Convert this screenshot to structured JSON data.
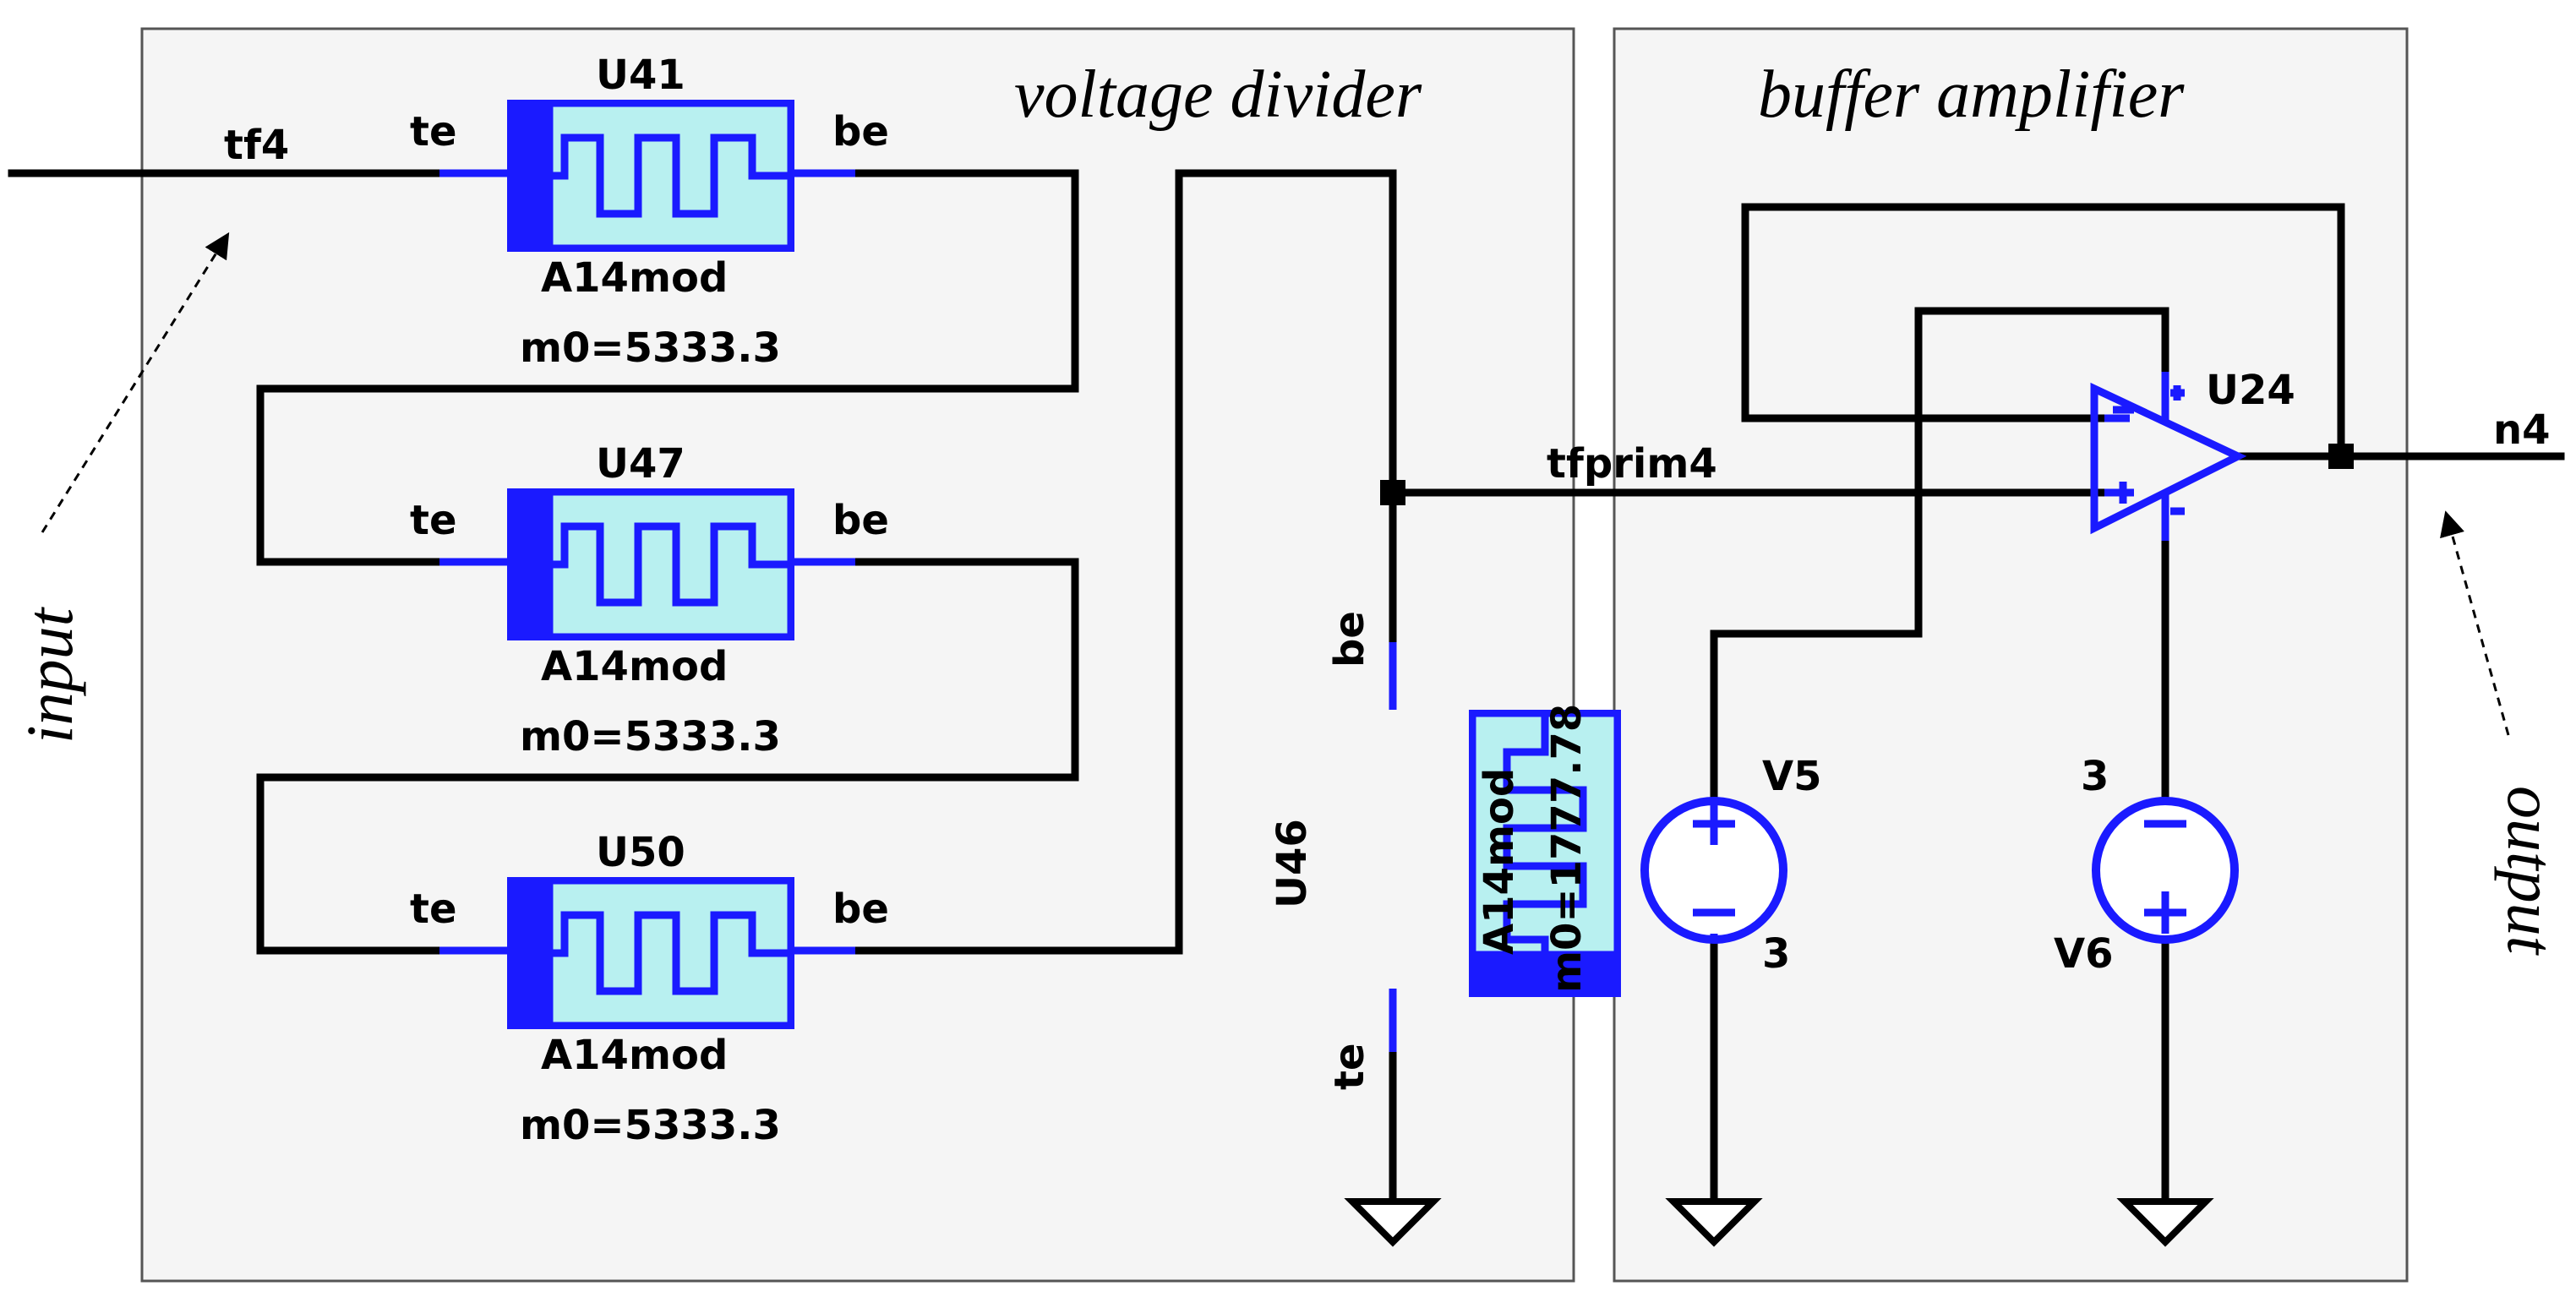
{
  "panels": {
    "divider_title": "voltage divider",
    "buffer_title": "buffer amplifier"
  },
  "annotations": {
    "input": "input",
    "output": "output"
  },
  "nets": {
    "input_net": "tf4",
    "mid_net": "tfprim4",
    "output_net": "n4"
  },
  "elements": {
    "u41": {
      "ref": "U41",
      "model": "A14mod",
      "param": "m0=5333.3",
      "pin_left": "te",
      "pin_right": "be"
    },
    "u47": {
      "ref": "U47",
      "model": "A14mod",
      "param": "m0=5333.3",
      "pin_left": "te",
      "pin_right": "be"
    },
    "u50": {
      "ref": "U50",
      "model": "A14mod",
      "param": "m0=5333.3",
      "pin_left": "te",
      "pin_right": "be"
    },
    "u46": {
      "ref": "U46",
      "model": "A14mod",
      "param": "m0=1777.78",
      "pin_top": "be",
      "pin_bottom": "te"
    }
  },
  "amplifier": {
    "ref": "U24"
  },
  "sources": {
    "v5": {
      "ref": "V5",
      "value": "3"
    },
    "v6": {
      "ref": "V6",
      "value": "3"
    }
  },
  "colors": {
    "component": "#1a1aff",
    "component_fill": "#b8f0f0",
    "wire": "#000000",
    "panel_bg": "#f5f5f5",
    "panel_border": "#555555"
  }
}
